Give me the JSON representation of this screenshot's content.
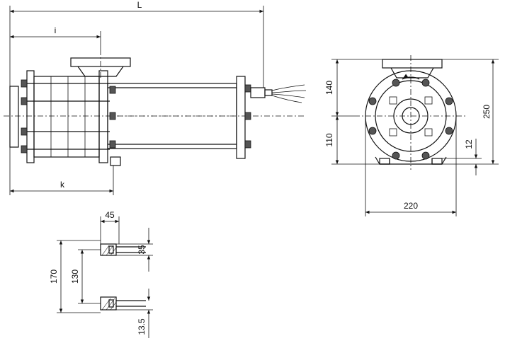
{
  "dimensions": {
    "length_total": "L",
    "length_i": "i",
    "length_k": "k",
    "height_upper": "140",
    "height_lower": "110",
    "height_total": "250",
    "foot_thickness": "12",
    "base_width": "220",
    "foot_width": "45",
    "foot_height": "35",
    "mount_total": "170",
    "mount_spacing": "130",
    "slot_offset": "13.5"
  }
}
